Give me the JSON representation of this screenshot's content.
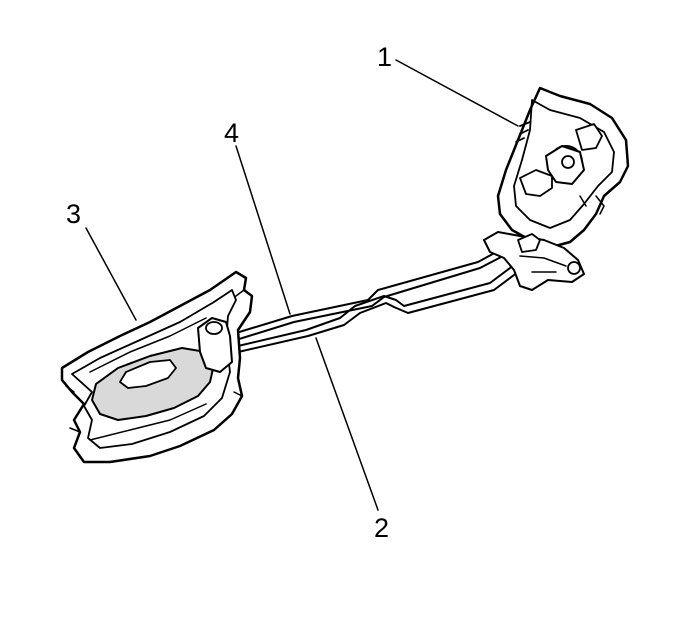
{
  "diagram": {
    "callouts": [
      {
        "id": "1",
        "label": "1"
      },
      {
        "id": "2",
        "label": "2"
      },
      {
        "id": "3",
        "label": "3"
      },
      {
        "id": "4",
        "label": "4"
      }
    ],
    "colors": {
      "ink": "#000000",
      "fill": "#ffffff",
      "shade": "#d9d9d9"
    }
  }
}
